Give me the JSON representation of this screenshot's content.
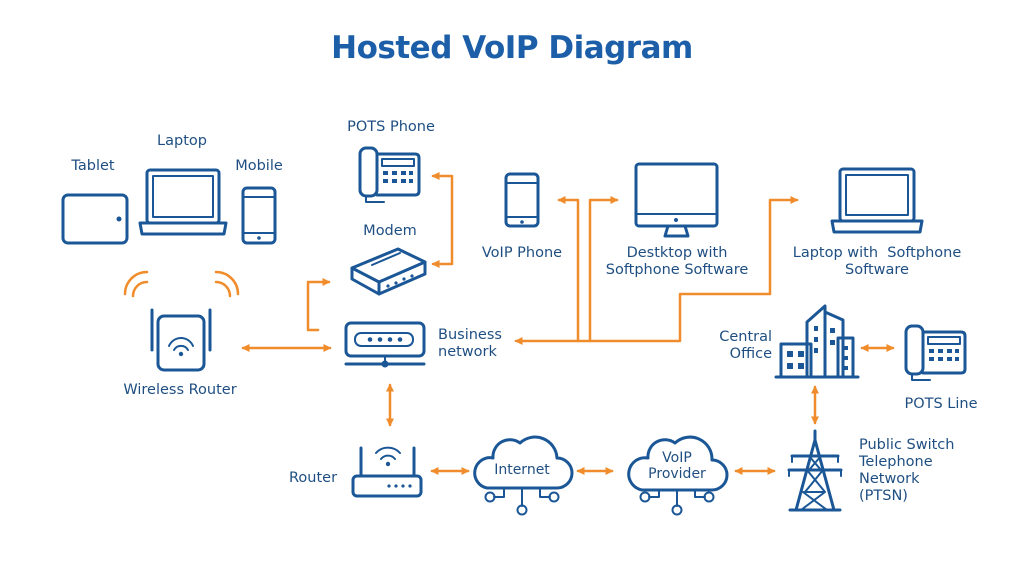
{
  "title": "Hosted VoIP Diagram",
  "nodes": {
    "tablet": "Tablet",
    "laptop": "Laptop",
    "mobile": "Mobile",
    "pots_phone": "POTS Phone",
    "modem": "Modem",
    "voip_phone": "VoIP Phone",
    "desktop_line1": "Destktop with",
    "desktop_line2": "Softphone Software",
    "laptop_soft_line1": "Laptop with  Softphone",
    "laptop_soft_line2": "Software",
    "wireless_router": "Wireless Router",
    "business_line1": "Business",
    "business_line2": "network",
    "central_line1": "Central",
    "central_line2": "Office",
    "pots_line": "POTS Line",
    "router": "Router",
    "internet": "Internet",
    "voip_provider_line1": "VoIP",
    "voip_provider_line2": "Provider",
    "pstn_line1": "Public Switch",
    "pstn_line2": "Telephone",
    "pstn_line3": "Network",
    "pstn_line4": "(PTSN)"
  },
  "colors": {
    "title": "#1c5fa8",
    "icon": "#1b5796",
    "connector": "#f08c2b",
    "label": "#1f4f82"
  },
  "icons": [
    "tablet-icon",
    "laptop-icon",
    "mobile-icon",
    "pots-phone-icon",
    "modem-icon",
    "voip-phone-icon",
    "desktop-icon",
    "laptop-softphone-icon",
    "wireless-router-icon",
    "business-network-switch-icon",
    "central-office-building-icon",
    "pots-line-phone-icon",
    "router-icon",
    "internet-cloud-icon",
    "voip-provider-cloud-icon",
    "pstn-tower-icon"
  ]
}
